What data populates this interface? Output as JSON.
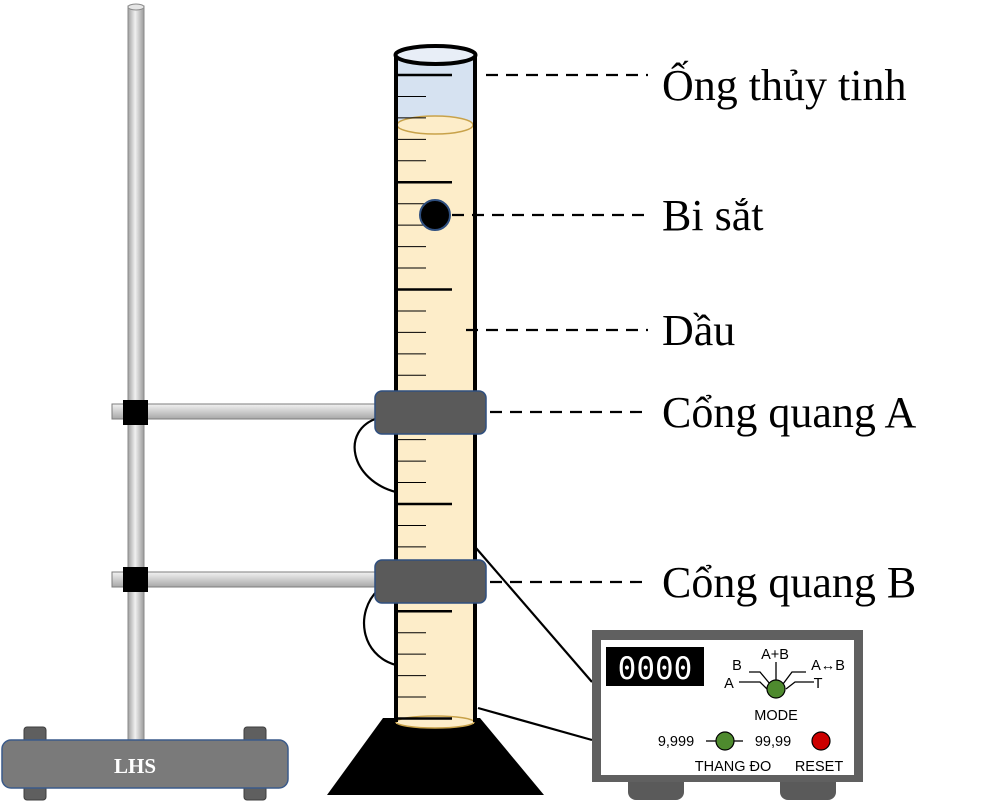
{
  "labels": {
    "tube": "Ống thủy tinh",
    "ball": "Bi sắt",
    "oil": "Dầu",
    "gate_a": "Cổng quang A",
    "gate_b": "Cổng quang B"
  },
  "stand": {
    "base_label": "LHS"
  },
  "timer": {
    "display": "0000",
    "mode_label": "MODE",
    "mode_options": {
      "a": "A",
      "b": "B",
      "a_plus_b": "A+B",
      "a_to_b": "A↔B",
      "t": "T"
    },
    "range_low": "9,999",
    "range_high": "99,99",
    "range_label": "THANG ĐO",
    "reset_label": "RESET"
  },
  "colors": {
    "oil": "#fdedc9",
    "tube_top_glass": "#d6e2f1",
    "gate": "#5a5a5a",
    "knob_green": "#4e8a2e",
    "reset_red": "#cc0000",
    "rod": "#c8c8c8"
  }
}
